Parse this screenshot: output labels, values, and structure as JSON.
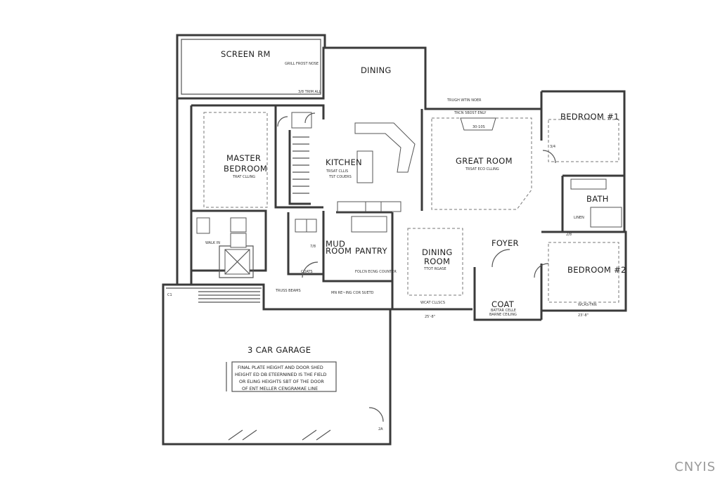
{
  "rooms": {
    "screen_rm": "SCREEN RM",
    "dining": "DINING",
    "bedroom1": "BEDROOM #1",
    "master_line1": "MASTER",
    "master_line2": "BEDROOM",
    "kitchen": "KITCHEN",
    "great_room": "GREAT ROOM",
    "bath": "BATH",
    "mud_line1": "MUD",
    "mud_line2": "ROOM",
    "pantry": "PANTRY",
    "dining_room_line1": "DINING",
    "dining_room_line2": "ROOM",
    "foyer": "FOYER",
    "bedroom2": "BEDROOM #2",
    "coat": "COAT",
    "garage": "3 CAR GARAGE"
  },
  "notes": {
    "screen_grill": "GRILL FROST NOSE",
    "screen_trim": "3/8 TRIM ALL",
    "dining_cab": "TRUGH WTIN NOER",
    "great_ceiling": "TRSAT ECO CLLING",
    "great_top": "TRCN 5BDST ENLY",
    "great_dim": "30-10S",
    "master_ceiling": "TRAT CLLING",
    "kitchen_ceiling": "TRSAT CLLIS",
    "kitchen_counter": "TST COUERS",
    "dining_room_ceiling": "TTOT RGASE",
    "pantry_counter": "FOLCN ECNG COUNTER",
    "garage_door_note": "MN RE~ING COR SUETD",
    "coat_ceiling": "BATTAR CELLE",
    "coat_ceiling2": "BARNE CEILING",
    "linen": "LINEN",
    "coats": "COATS",
    "walk_in": "WALK IN",
    "beams": "TRUSS BEAMS",
    "closet_line": "WCAS-TRN",
    "dining_room_lower": "WCAT CLLSCS"
  },
  "garage_note_lines": [
    "FINAL PLATE HEIGHT AND DOOR SHED",
    "HEIGHT ED DB ETEERNINED IS THE FIELD",
    "OR ELING HEIGHTS SBT OF THE DOOR",
    "OF ENT MELLER CENGRAMAE LINE"
  ],
  "dimensions": {
    "great_width": "25'-8\"",
    "bedroom2_width": "23'-8\"",
    "garage_corner": "C1",
    "garage_corner2": "2A",
    "mud_dim": "7/8",
    "bedroom1_dim": "3/4",
    "closet_dim": "2/8"
  },
  "watermark": "CNYIS",
  "colors": {
    "line": "#3a3a3a",
    "background": "#ffffff",
    "watermark": "#9a9a9a"
  }
}
